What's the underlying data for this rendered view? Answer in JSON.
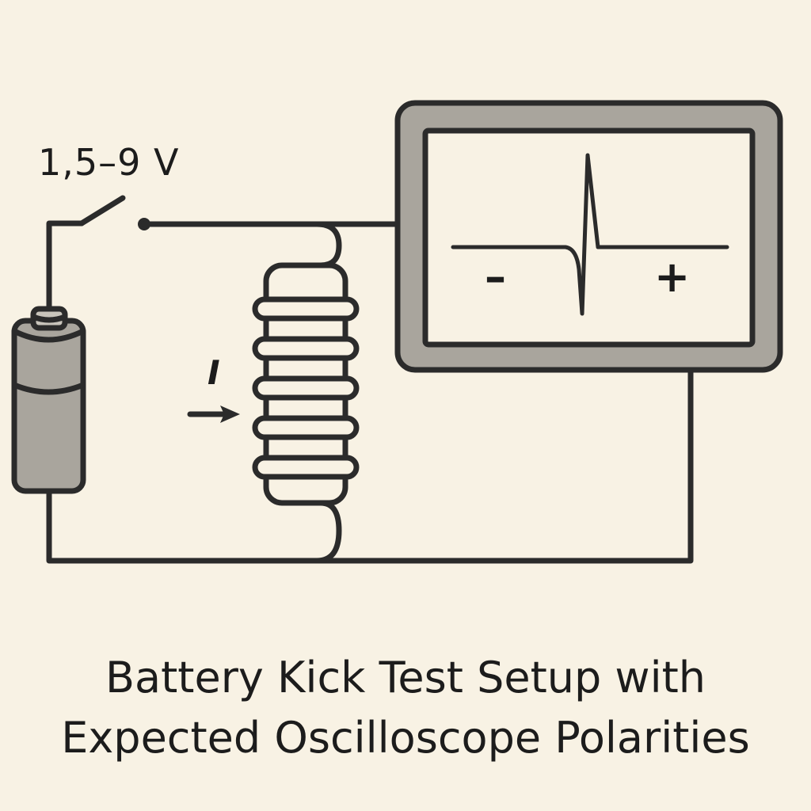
{
  "labels": {
    "voltage": "1,5–9 V",
    "current": "I",
    "negative": "–",
    "positive": "+"
  },
  "title": {
    "line1": "Battery Kick Test Setup with",
    "line2": "Expected Oscilloscope Polarities"
  },
  "colors": {
    "background": "#f8f2e4",
    "stroke": "#2b2b2b",
    "fill_gray": "#a9a59d"
  }
}
